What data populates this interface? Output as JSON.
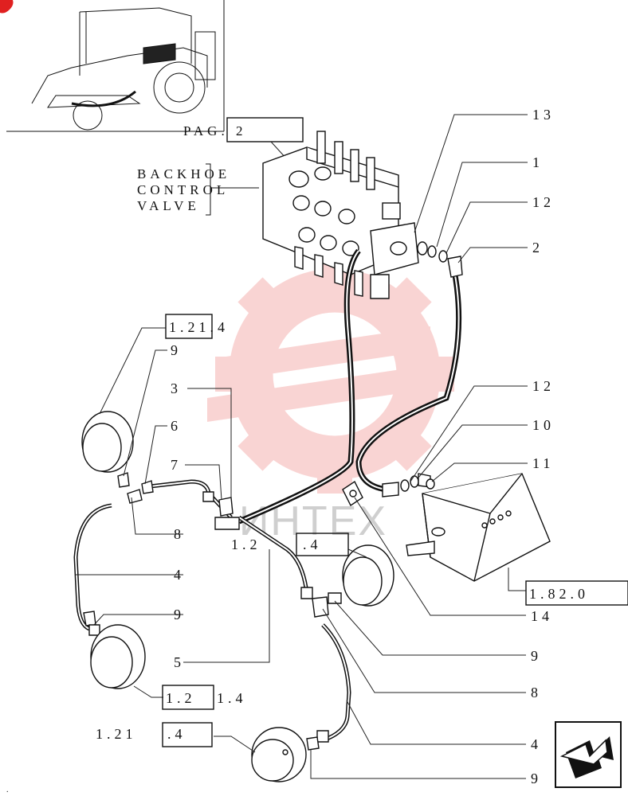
{
  "page_ref": "PAG. 2",
  "title_lines": [
    "BACKHOE",
    "CONTROL",
    "VALVE"
  ],
  "colors": {
    "watermark": "#e8423c",
    "ink": "#111111",
    "badge": "#e02020"
  },
  "callouts": [
    {
      "id": "c13",
      "text": "13"
    },
    {
      "id": "c1",
      "text": "1"
    },
    {
      "id": "c12a",
      "text": "12"
    },
    {
      "id": "c2",
      "text": "2"
    },
    {
      "id": "c12b",
      "text": "12"
    },
    {
      "id": "c10",
      "text": "10"
    },
    {
      "id": "c11",
      "text": "11"
    },
    {
      "id": "c14",
      "text": "14"
    },
    {
      "id": "c9r1",
      "text": "9"
    },
    {
      "id": "c8r",
      "text": "8"
    },
    {
      "id": "c4r",
      "text": "4"
    },
    {
      "id": "c9r2",
      "text": "9"
    },
    {
      "id": "c9l1",
      "text": "9"
    },
    {
      "id": "c3",
      "text": "3"
    },
    {
      "id": "c6",
      "text": "6"
    },
    {
      "id": "c7",
      "text": "7"
    },
    {
      "id": "c8l",
      "text": "8"
    },
    {
      "id": "c4l",
      "text": "4"
    },
    {
      "id": "c9l2",
      "text": "9"
    },
    {
      "id": "c5",
      "text": "5"
    }
  ],
  "refs": {
    "r1": {
      "boxed": "1.21.4",
      "tail": ""
    },
    "r2": {
      "boxed": "1.2",
      "tail": "1.4"
    },
    "r3": {
      "lead": "1.21",
      "boxed": ".4"
    },
    "r4": {
      "lead": "1.2",
      "boxed": ".4"
    },
    "r5": {
      "boxed": "1.82.0",
      "tail": ""
    }
  },
  "watermark_text": "ИНТЕХ",
  "icons": {
    "next": "next-page-arrow-icon",
    "thumb": "tractor-thumbnail",
    "badge": "corner-badge-icon"
  }
}
